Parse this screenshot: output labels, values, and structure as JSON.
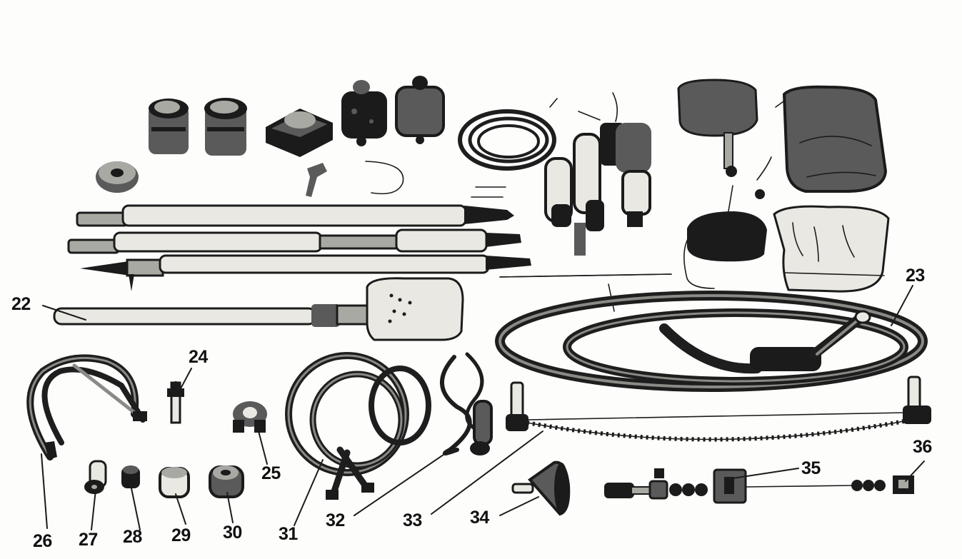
{
  "callouts": {
    "n22": "22",
    "n23": "23",
    "n24": "24",
    "n25": "25",
    "n26": "26",
    "n27": "27",
    "n28": "28",
    "n29": "29",
    "n30": "30",
    "n31": "31",
    "n32": "32",
    "n33": "33",
    "n34": "34",
    "n35": "35",
    "n36": "36"
  }
}
